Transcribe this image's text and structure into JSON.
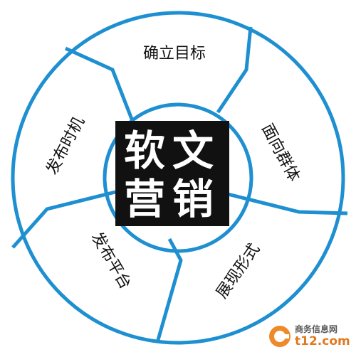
{
  "diagram": {
    "segments": [
      {
        "label": "确立目标"
      },
      {
        "label": "面向群体"
      },
      {
        "label": "展现形式"
      },
      {
        "label": "发布平台"
      },
      {
        "label": "发布时机"
      }
    ],
    "center": {
      "line1": "软文",
      "line2": "营销"
    },
    "colors": {
      "ring": "#1e8fd0",
      "center_box": "#111111",
      "center_text": "#ffffff"
    }
  },
  "watermark": {
    "top_text": "商务信息网",
    "bottom_text": "t12.com",
    "colors": {
      "logo": "#ee8a2a",
      "top": "#5a5a5a",
      "bottom": "#e07a1f"
    }
  }
}
